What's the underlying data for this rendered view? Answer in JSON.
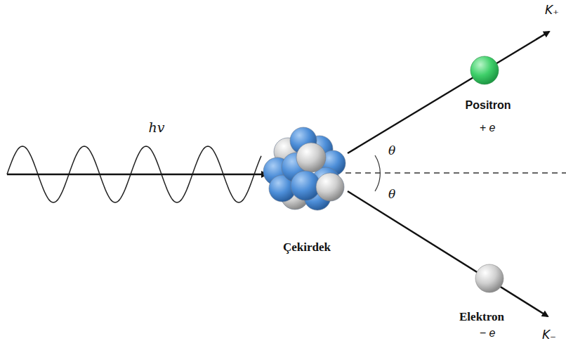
{
  "diagram": {
    "labels": [
      "hv",
      "K₊",
      "Positron",
      "+ e",
      "θ",
      "θ",
      "Çekirdek",
      "Elektron",
      "− e",
      "K₋"
    ]
  }
}
